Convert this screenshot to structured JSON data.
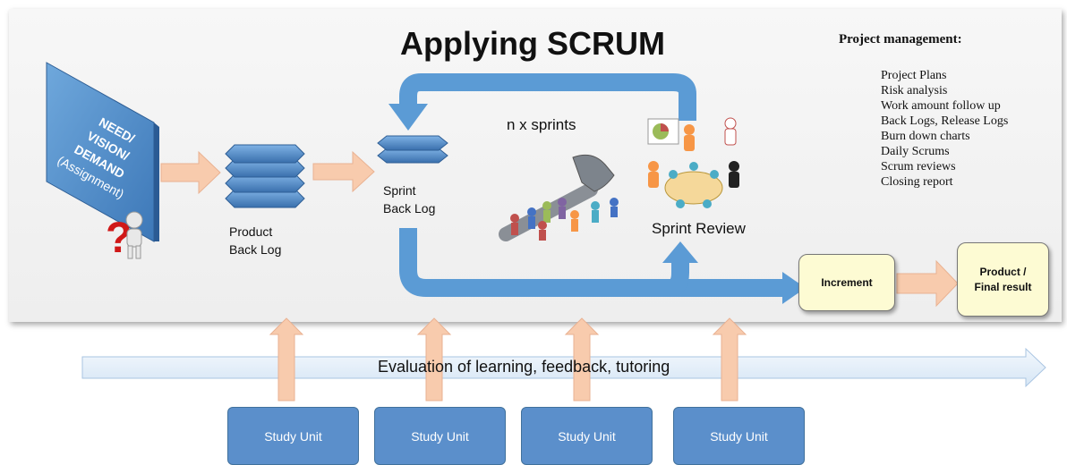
{
  "title": "Applying SCRUM",
  "project_management": {
    "title": "Project management:",
    "items": [
      "Project Plans",
      "Risk analysis",
      "Work amount follow up",
      "Back Logs, Release Logs",
      "Burn down charts",
      "Daily Scrums",
      "Scrum reviews",
      "Closing report"
    ]
  },
  "need_box": {
    "lines": [
      "NEED/",
      "VISION/",
      "DEMAND",
      "(Assignment)"
    ]
  },
  "product_backlog": {
    "line1": "Product",
    "line2": "Back Log"
  },
  "sprint_backlog": {
    "line1": "Sprint",
    "line2": "Back Log"
  },
  "sprints_label": "n x sprints",
  "sprint_review_label": "Sprint Review",
  "increment_label": "Increment",
  "final_result": {
    "line1": "Product /",
    "line2": "Final result"
  },
  "evaluation_label": "Evaluation of learning, feedback, tutoring",
  "study_units": [
    "Study Unit",
    "Study Unit",
    "Study Unit",
    "Study Unit"
  ],
  "icons": {
    "question": "question-person-icon",
    "team": "team-hammer-icon",
    "meeting": "meeting-people-icon"
  },
  "colors": {
    "blue_arrow": "#5b9bd5",
    "peach_arrow": "#f8cbad",
    "study_unit": "#5b8fcb",
    "box_fill": "#fdfbd3"
  }
}
